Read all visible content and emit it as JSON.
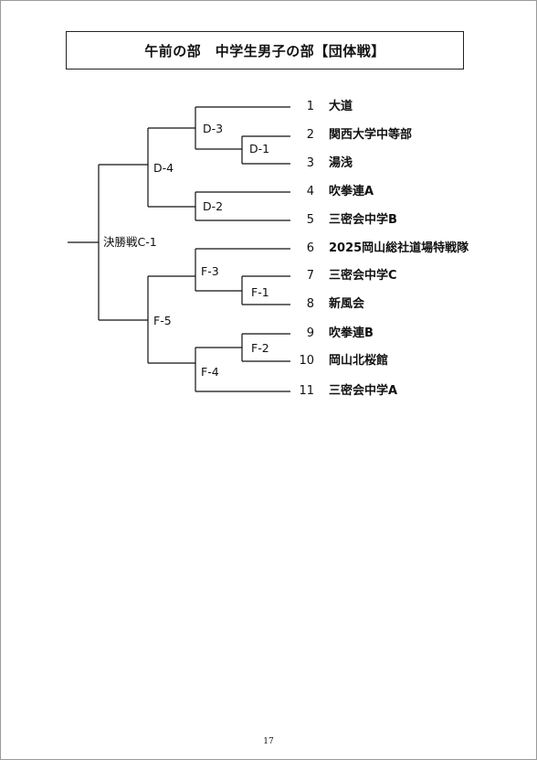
{
  "title": "午前の部　中学生男子の部【団体戦】",
  "matches": {
    "final": "決勝戦C-1",
    "d4": "D-4",
    "d3": "D-3",
    "d1": "D-1",
    "d2": "D-2",
    "f5": "F-5",
    "f3": "F-3",
    "f1": "F-1",
    "f4": "F-4",
    "f2": "F-2"
  },
  "entries": [
    {
      "seed": "1",
      "team": "大道"
    },
    {
      "seed": "2",
      "team": "関西大学中等部"
    },
    {
      "seed": "3",
      "team": "湯浅"
    },
    {
      "seed": "4",
      "team": "吹拳連A"
    },
    {
      "seed": "5",
      "team": "三密会中学B"
    },
    {
      "seed": "6",
      "team": "2025岡山総社道場特戦隊"
    },
    {
      "seed": "7",
      "team": "三密会中学C"
    },
    {
      "seed": "8",
      "team": "新風会"
    },
    {
      "seed": "9",
      "team": "吹拳連B"
    },
    {
      "seed": "10",
      "team": "岡山北桜館"
    },
    {
      "seed": "11",
      "team": "三密会中学A"
    }
  ],
  "page_number": "17"
}
